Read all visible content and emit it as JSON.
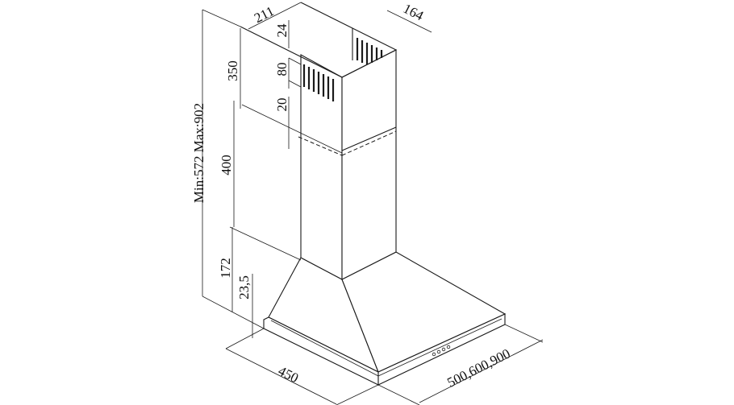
{
  "title": "Range hood dimension drawing",
  "dimensions": {
    "height_range": "Min:572  Max:902",
    "chimney_upper": "350",
    "chimney_lower": "400",
    "hood_height": "172",
    "base_thickness": "23,5",
    "top_offset": "24",
    "vent_height": "80",
    "overlap": "20",
    "chimney_depth": "211",
    "chimney_width": "164",
    "hood_depth": "450",
    "hood_widths": "500,600,900"
  }
}
